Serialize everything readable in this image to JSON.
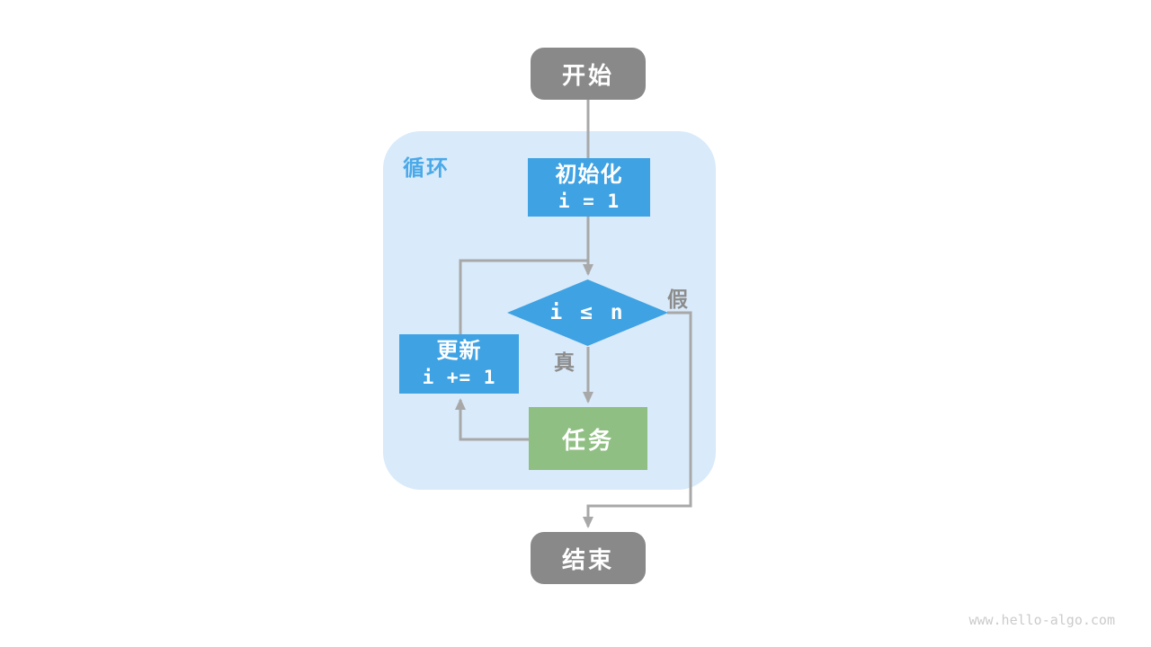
{
  "diagram": {
    "type": "flowchart",
    "loop_region": {
      "label": "循环"
    },
    "nodes": {
      "start": {
        "label": "开始",
        "shape": "rounded",
        "color": "#898989"
      },
      "init": {
        "label": "初始化",
        "code": "i = 1",
        "shape": "rect",
        "color": "#3ea2e3"
      },
      "condition": {
        "label": "i ≤ n",
        "shape": "diamond",
        "color": "#3ea2e3"
      },
      "update": {
        "label": "更新",
        "code": "i += 1",
        "shape": "rect",
        "color": "#3ea2e3"
      },
      "task": {
        "label": "任务",
        "shape": "rect",
        "color": "#90bf83"
      },
      "end": {
        "label": "结束",
        "shape": "rounded",
        "color": "#898989"
      }
    },
    "edge_labels": {
      "true_branch": "真",
      "false_branch": "假"
    },
    "edges": [
      {
        "from": "start",
        "to": "init"
      },
      {
        "from": "init",
        "to": "condition"
      },
      {
        "from": "condition",
        "to": "task",
        "label": "真"
      },
      {
        "from": "condition",
        "to": "end",
        "label": "假"
      },
      {
        "from": "task",
        "to": "update"
      },
      {
        "from": "update",
        "to": "condition"
      }
    ],
    "colors": {
      "terminal_gray": "#898989",
      "process_blue": "#3ea2e3",
      "task_green": "#90bf83",
      "region_bg": "#d9eafa",
      "region_label_blue": "#4aa9e8",
      "arrow_gray": "#a8a8a8",
      "branch_label_gray": "#8c8c8c",
      "watermark_gray": "#cbcbcb"
    }
  },
  "footer": {
    "watermark": "www.hello-algo.com"
  }
}
